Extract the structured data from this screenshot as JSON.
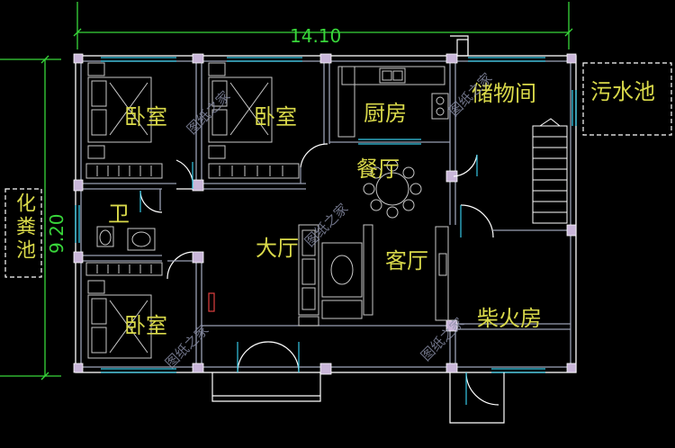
{
  "dimensions": {
    "width": "14.10",
    "height": "9.20"
  },
  "rooms": {
    "bedroom_top_left": "卧室",
    "bedroom_top_mid": "卧室",
    "kitchen": "厨房",
    "storage": "储物间",
    "dining": "餐厅",
    "bathroom": "卫",
    "hall": "大厅",
    "living": "客厅",
    "bedroom_bottom": "卧室",
    "firewood": "柴火房"
  },
  "outside": {
    "septic": "化粪池",
    "sewage": "污水池"
  },
  "watermark": "图纸之家",
  "colors": {
    "wall": "#ffffff",
    "wall_gray": "#9aa0b4",
    "text": "#d9d94a",
    "dim": "#38d63a",
    "window": "#35c8e6",
    "furniture": "#c8c8c8"
  }
}
